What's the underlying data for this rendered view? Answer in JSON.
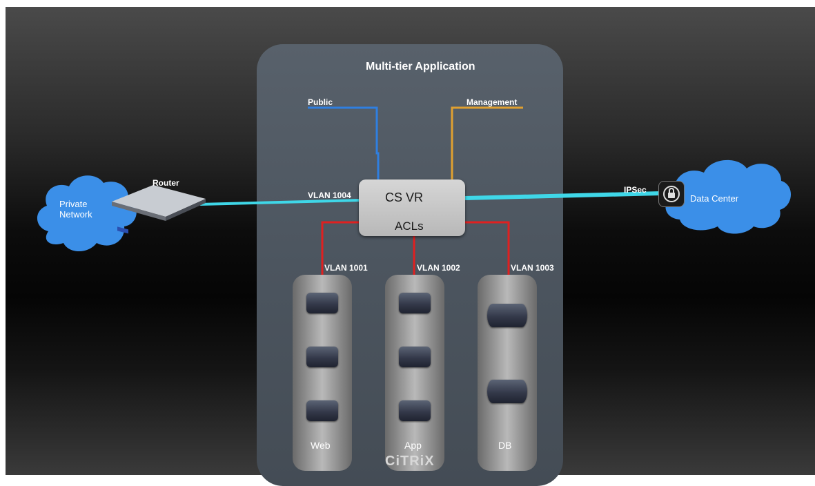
{
  "diagram": {
    "title": "Multi-tier Application",
    "router_label": "Router",
    "private_network": {
      "line1": "Private",
      "line2": "Network"
    },
    "data_center_label": "Data Center",
    "ipsec_label": "IPSec",
    "public_label": "Public",
    "management_label": "Management",
    "vr": {
      "name": "CS VR",
      "acl": "ACLs"
    },
    "vlans": {
      "vlan_1004": "VLAN 1004",
      "vlan_1001": "VLAN 1001",
      "vlan_1002": "VLAN 1002",
      "vlan_1003": "VLAN 1003"
    },
    "tiers": {
      "web": "Web",
      "app": "App",
      "db": "DB"
    },
    "logo_text": "CiTRiX",
    "colors": {
      "cyan_link": "#3fd7e8",
      "public_link": "#2f7fe0",
      "management_link": "#e0a030",
      "vlan_link": "#e02020",
      "cloud": "#3b8fe8"
    }
  }
}
